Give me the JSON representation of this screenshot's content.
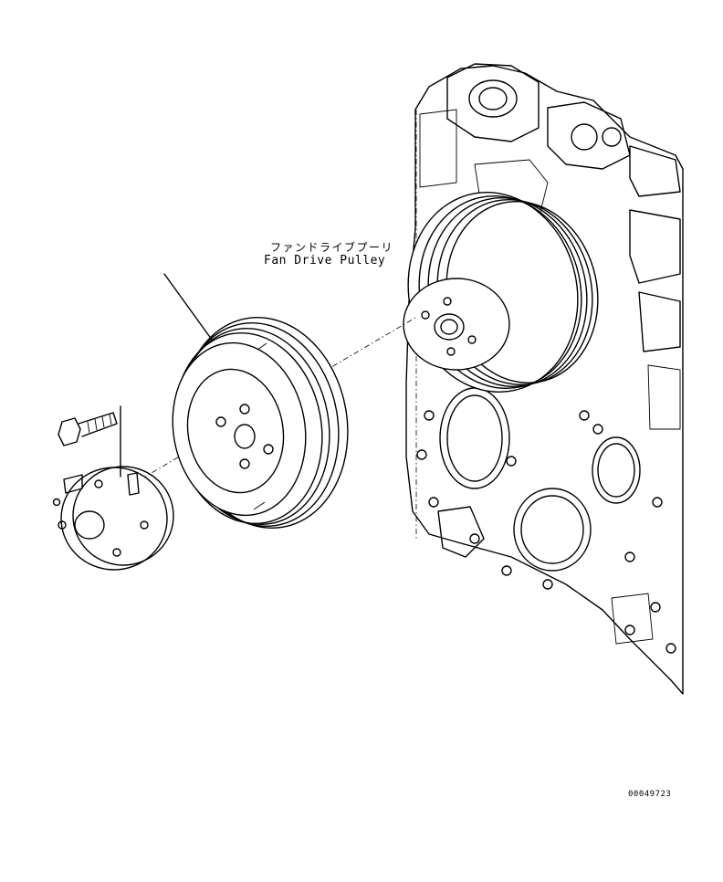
{
  "part_label": {
    "japanese": "ファンドライブプーリ",
    "english": "Fan Drive Pulley"
  },
  "drawing_number": "00049723"
}
